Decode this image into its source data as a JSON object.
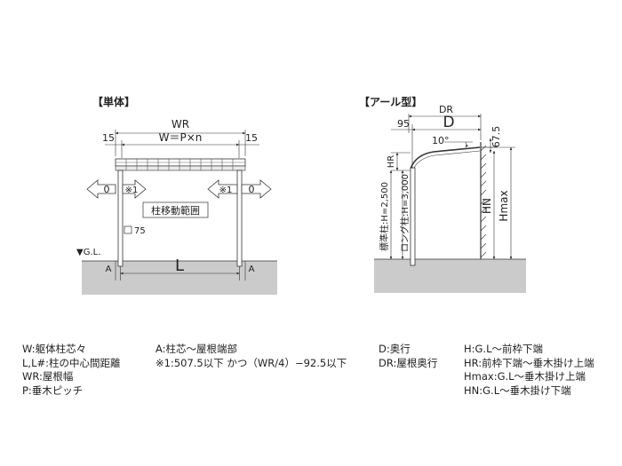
{
  "left_view": {
    "title": "【単体】",
    "dim_wr": "WR",
    "dim_w": "W＝P×n",
    "dim_15_left": "15",
    "dim_15_right": "15",
    "zero_left": "0",
    "zero_right": "0",
    "note_left": "※1",
    "note_right": "※1",
    "move_range": "柱移動範囲",
    "post_size": "75",
    "gl": "▼G.L.",
    "dim_a_left": "A",
    "dim_a_right": "A",
    "dim_l": "L"
  },
  "right_view": {
    "title": "【アール型】",
    "dim_dr": "DR",
    "dim_d": "D",
    "dim_95": "95",
    "angle": "10°",
    "dim_675": "67.5",
    "dim_hr": "HR",
    "std_post": "標準柱:H=2,500",
    "long_post": "ロング柱:H=3,000",
    "dim_hn": "HN",
    "dim_hmax": "Hmax"
  },
  "legend": {
    "col1": [
      "W:躯体柱芯々",
      "L,L#:柱の中心間距離",
      "WR:屋根幅",
      "P:垂木ピッチ"
    ],
    "col2": [
      "A:柱芯～屋根端部",
      "※1:507.5以下 かつ（WR/4）−92.5以下"
    ],
    "col3": [
      "D:奥行",
      "DR:屋根奥行"
    ],
    "col4": [
      "H:G.L～前枠下端",
      "HR:前枠下端～垂木掛け上端",
      "Hmax:G.L～垂木掛け上端",
      "HN:G.L～垂木掛け下端"
    ]
  },
  "colors": {
    "ground": "#cbcbcb",
    "line": "#333333"
  }
}
